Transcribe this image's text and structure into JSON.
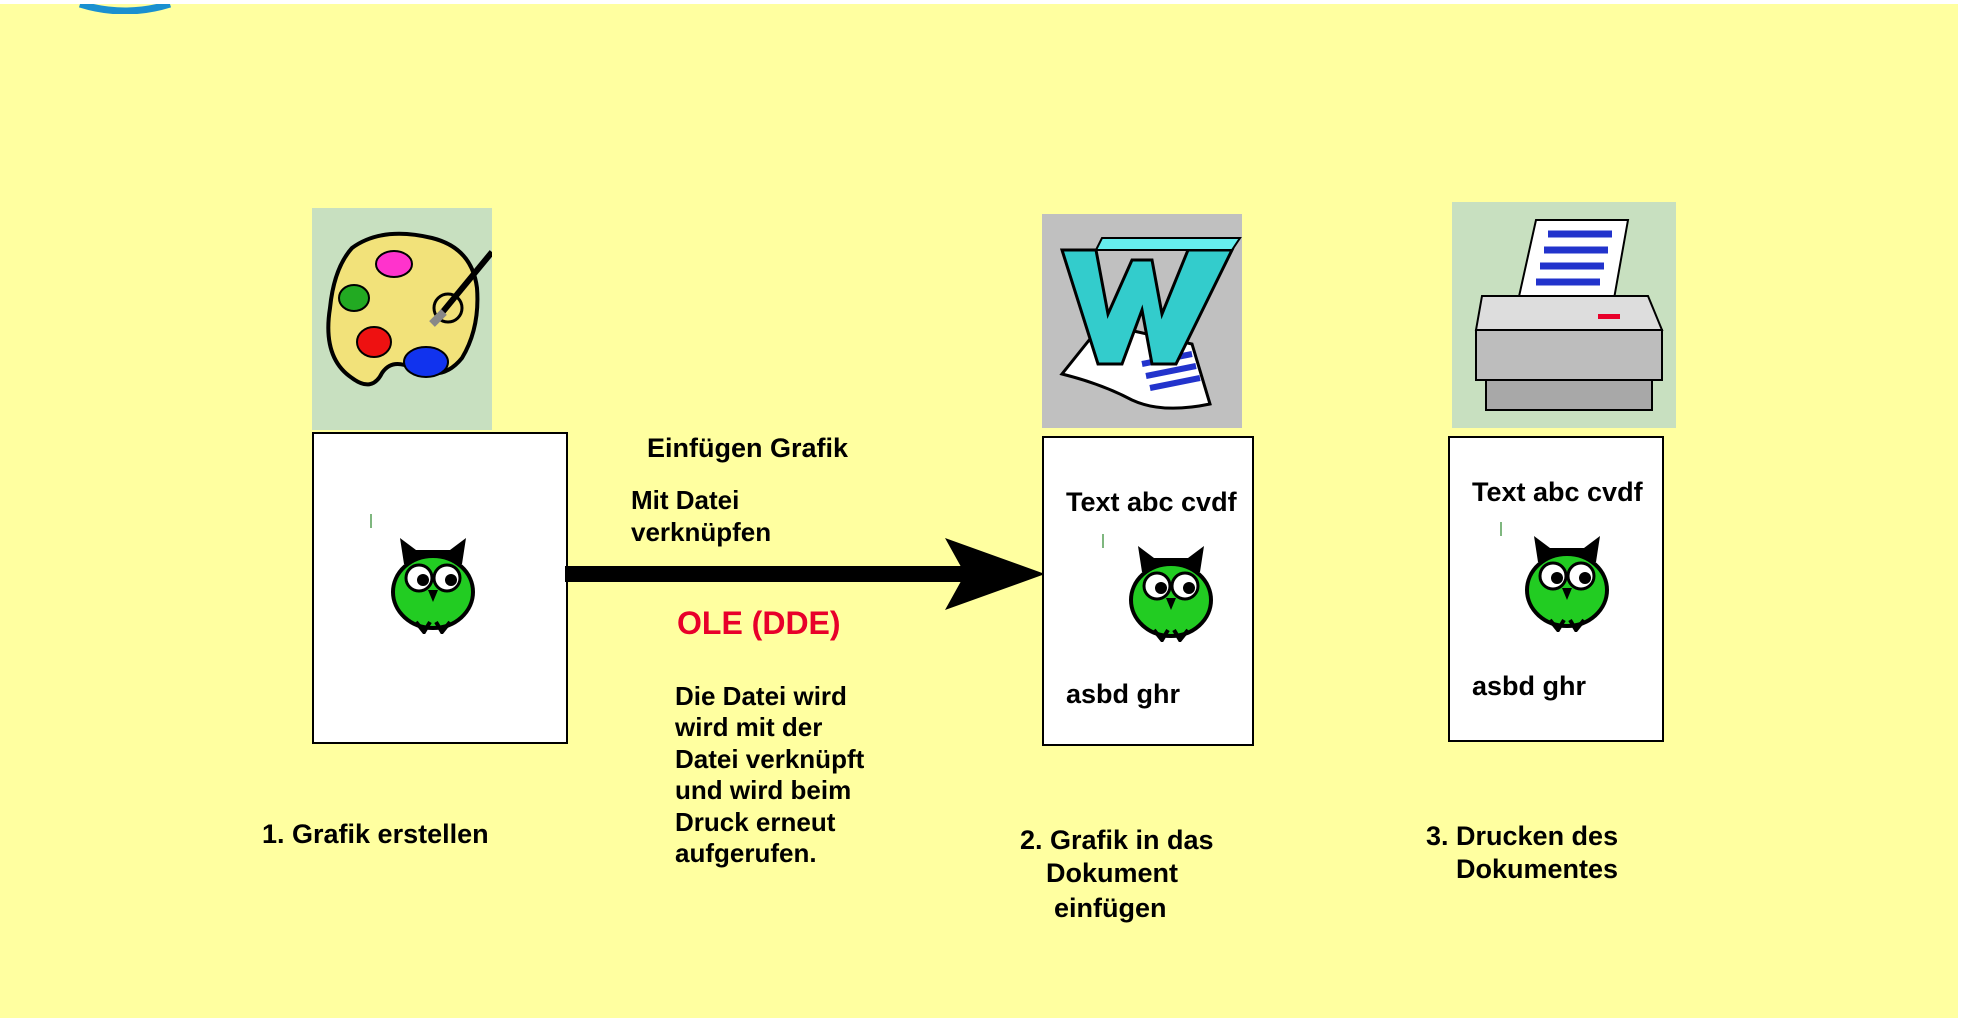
{
  "colors": {
    "background": "#ffffa0",
    "accent_red": "#e8002a",
    "owl_green": "#22cc22",
    "icon_tile_green": "#c8e0c0",
    "icon_tile_gray": "#c0c0c0"
  },
  "icons": {
    "paint": "paint-palette-icon",
    "word": "word-processor-icon",
    "printer": "printer-icon",
    "owl": "owl-icon"
  },
  "step1": {
    "caption": "1. Grafik erstellen"
  },
  "arrow_label": {
    "line1": "Einfügen Grafik",
    "line2": "Mit Datei",
    "line3": "verknüpfen"
  },
  "ole_label": "OLE (DDE)",
  "description": {
    "line1": "Die Datei wird",
    "line2": "wird mit der",
    "line3": "Datei verknüpft",
    "line4": "und wird beim",
    "line5": "Druck erneut",
    "line6": "aufgerufen."
  },
  "step2": {
    "doc_top": "Text abc cvdf",
    "doc_bottom": "asbd ghr",
    "caption_line1": "2. Grafik in das",
    "caption_line2": "Dokument",
    "caption_line3": "einfügen"
  },
  "step3": {
    "doc_top": "Text abc cvdf",
    "doc_bottom": "asbd ghr",
    "caption_line1": "3. Drucken des",
    "caption_line2": "Dokumentes"
  }
}
